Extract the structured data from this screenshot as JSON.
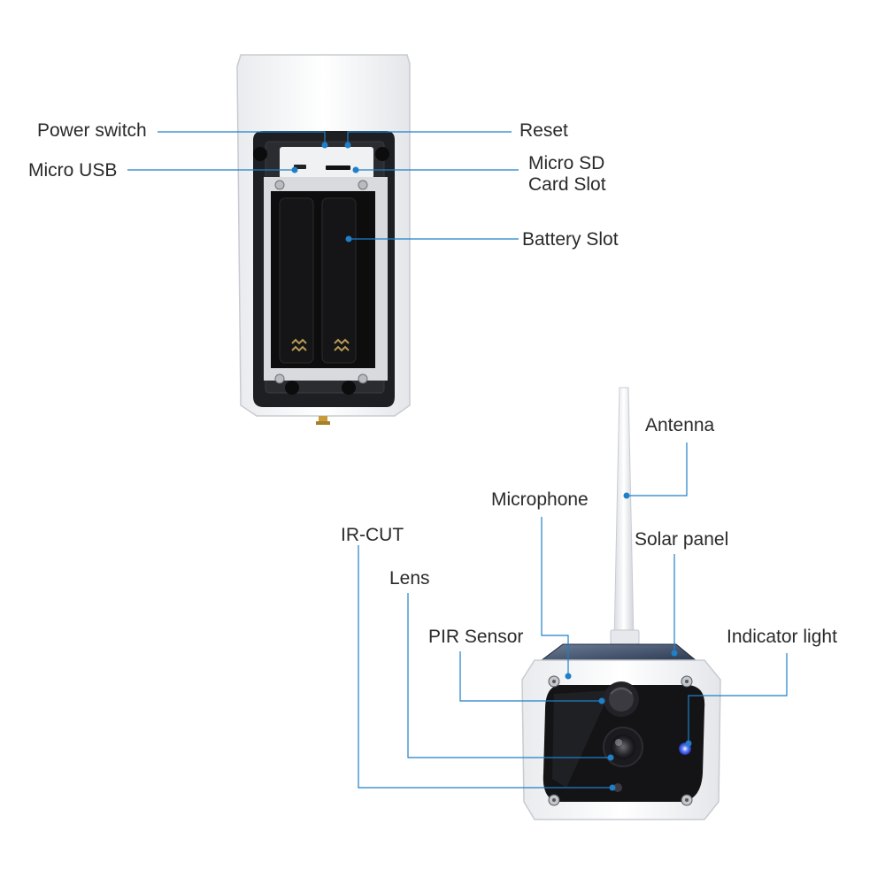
{
  "colors": {
    "leader_line": "#1f7fc8",
    "dot": "#1f7fc8",
    "housing": "#f4f5f7",
    "bezel": "#1c1c1e",
    "indicator_led": "#3a5cff"
  },
  "back_view": {
    "labels": {
      "power_switch": "Power switch",
      "reset": "Reset",
      "micro_usb": "Micro USB",
      "micro_sd_line1": "Micro SD",
      "micro_sd_line2": "Card Slot",
      "battery_slot": "Battery Slot"
    }
  },
  "front_view": {
    "labels": {
      "antenna": "Antenna",
      "microphone": "Microphone",
      "solar_panel": "Solar panel",
      "ir_cut": "IR-CUT",
      "lens": "Lens",
      "pir_sensor": "PIR Sensor",
      "indicator_light": "Indicator light"
    }
  }
}
